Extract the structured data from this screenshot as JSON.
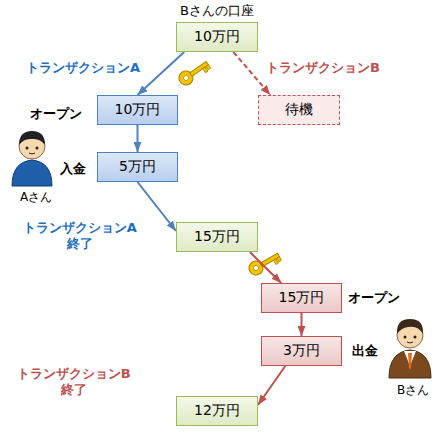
{
  "diagram": {
    "nodes": [
      {
        "text": [
          "Bさんの口座",
          "10万円"
        ]
      },
      {
        "text": [
          "10万円"
        ]
      },
      {
        "text": [
          "待機"
        ]
      },
      {
        "text": [
          "5万円"
        ]
      },
      {
        "text": [
          "15万円"
        ]
      },
      {
        "text": [
          "15万円"
        ]
      },
      {
        "text": [
          "3万円"
        ]
      },
      {
        "text": [
          "12万円"
        ]
      }
    ],
    "edges": [
      {
        "from": 0,
        "to": 1,
        "arrow": "to"
      },
      {
        "from": 0,
        "to": 2,
        "arrow": "to"
      },
      {
        "from": 1,
        "to": 3,
        "arrow": "to"
      },
      {
        "from": 3,
        "to": 4,
        "arrow": "to"
      },
      {
        "from": 4,
        "to": 5,
        "arrow": "to"
      },
      {
        "from": 5,
        "to": 6,
        "arrow": "to"
      },
      {
        "from": 6,
        "to": 7,
        "arrow": "to"
      }
    ],
    "labels": [
      "トランザクションA",
      "トランザクションB",
      "オープン",
      "入金",
      "Aさん",
      "トランザクションA 終了",
      "オープン",
      "出金",
      "Bさん",
      "トランザクションB 終了"
    ]
  }
}
